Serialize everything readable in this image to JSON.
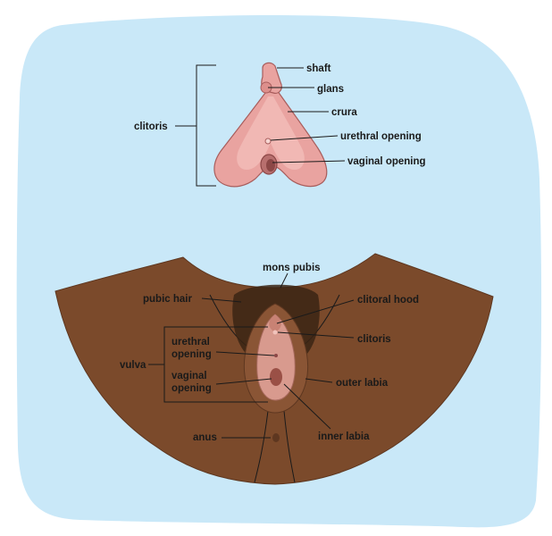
{
  "colors": {
    "background_blob": "#c9e8f8",
    "skin": "#7b4a2b",
    "skin_dark": "#5e3720",
    "pink": "#e9a3a0",
    "pink_dark": "#b86f6e",
    "hair": "#3b2414"
  },
  "clitoris_diagram": {
    "group_label": "clitoris",
    "labels": {
      "shaft": "shaft",
      "glans": "glans",
      "crura": "crura",
      "urethral_opening": "urethral opening",
      "vaginal_opening": "vaginal opening"
    }
  },
  "vulva_diagram": {
    "group_label": "vulva",
    "labels": {
      "mons_pubis": "mons pubis",
      "pubic_hair": "pubic hair",
      "clitoral_hood": "clitoral hood",
      "clitoris": "clitoris",
      "urethral_opening_line1": "urethral",
      "urethral_opening_line2": "opening",
      "vaginal_opening_line1": "vaginal",
      "vaginal_opening_line2": "opening",
      "outer_labia": "outer labia",
      "inner_labia": "inner labia",
      "anus": "anus"
    }
  }
}
